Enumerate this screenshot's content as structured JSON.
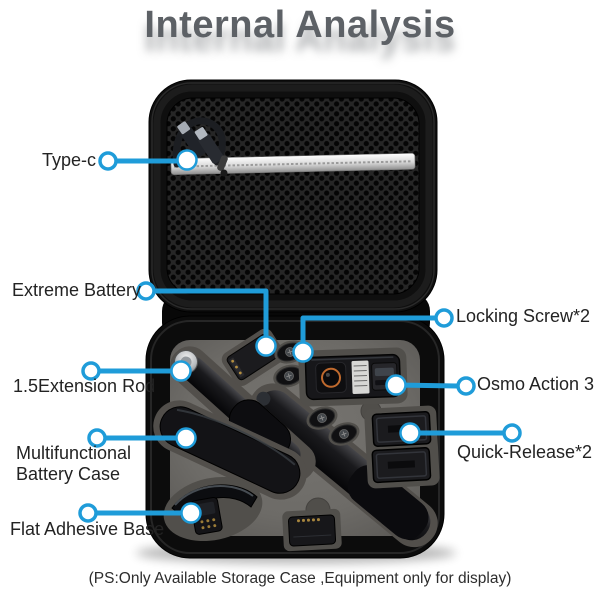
{
  "title": "Internal Analysis",
  "footnote": "(PS:Only Available Storage Case ,Equipment only for display)",
  "callouts": {
    "type_c": {
      "label": "Type-c"
    },
    "extreme_battery": {
      "label": "Extreme Battery"
    },
    "locking_screw": {
      "label": "Locking Screw*2"
    },
    "extension_rod": {
      "label": "1.5Extension Rod"
    },
    "osmo_action": {
      "label": "Osmo Action 3"
    },
    "battery_case": {
      "label": "Multifunctional Battery Case"
    },
    "quick_release": {
      "label": "Quick-Release*2"
    },
    "flat_adhesive_base": {
      "label": "Flat Adhesive Base"
    }
  },
  "colors": {
    "accent": "#1f9cd9",
    "title": "#5d6166",
    "label": "#232323",
    "case": "#0d0d0d",
    "foam": "#6e6c68",
    "background": "#ffffff"
  }
}
